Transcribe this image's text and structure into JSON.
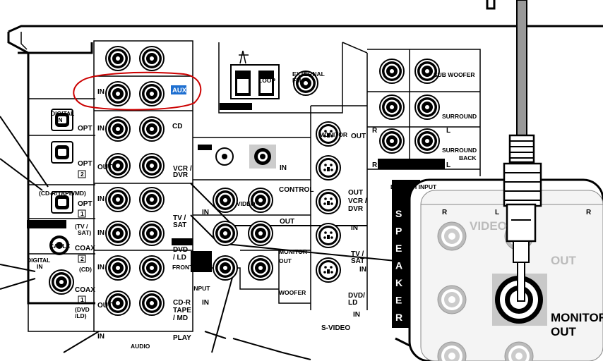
{
  "labels": {
    "aux": "AUX",
    "in": "IN",
    "out": "OUT",
    "cd": "CD",
    "opt": "OPT",
    "opt2_num": "2",
    "opt1_num": "1",
    "vcr_dvr_1": "VCR /",
    "vcr_dvr_2": "DVR",
    "digital_in_top_1": "DIGITAL",
    "digital_in_top_2": "IN",
    "cd_r_tape_md": "(CD-R/TAPE/MD)",
    "tv_sat_paren_1": "(TV /",
    "tv_sat_paren_2": "SAT)",
    "cable": "CABLE",
    "coax": "COAX",
    "coax2_num": "2",
    "coax1_num": "1",
    "cd_paren": "(CD)",
    "dvd_ld_paren_1": "(DVD",
    "dvd_ld_paren_2": "/LD)",
    "digital_in_bottom_1": "DIGITAL",
    "digital_in_bottom_2": "IN",
    "tv_sat_1": "TV /",
    "tv_sat_2": "SAT",
    "dvd_ld_1": "DVD",
    "dvd_ld_2": "/ LD",
    "front": "FRONT",
    "cd_r_1": "CD-R",
    "cd_r_2": "TAPE",
    "cd_r_3": "/ MD",
    "play": "PLAY",
    "audio": "AUDIO",
    "am_loop_1": "AM",
    "am_loop_2": "LOOP",
    "fm_external_1": "EXTERNAL",
    "fm_external_2": "FM",
    "control": "CONTROL",
    "video": "VIDEO",
    "monitor_out_1": "MONITOR",
    "monitor_out_2": "OUT",
    "input": "INPUT",
    "sub_woofer": "SUB WOOFER",
    "woofer": "WOOFER",
    "surround": "SURROUND",
    "surround_back_1": "SURROUND",
    "surround_back_2": "BACK",
    "r": "R",
    "l": "L",
    "svideo": "S-VIDEO",
    "sv_monitor": "MONITOR",
    "sv_out": "OUT",
    "sv_vcr_out": "OUT",
    "sv_vcr_1": "VCR /",
    "sv_vcr_2": "DVR",
    "sv_in": "IN",
    "sv_tv_1": "TV /",
    "sv_tv_2": "SAT",
    "sv_dvd_1": "DVD/",
    "sv_dvd_2": "LD",
    "sv_in2": "IN",
    "dvd_6ch": "DVD 6CH INPUT",
    "speaker_letters": [
      "S",
      "P",
      "E",
      "A",
      "K",
      "E",
      "R"
    ],
    "zoom_video": "VIDEO",
    "zoom_out": "OUT",
    "zoom_r": "R",
    "zoom_l": "L",
    "zoom_r2": "R",
    "zoom_monitor_1": "MONITOR",
    "zoom_monitor_2": "OUT"
  },
  "colors": {
    "highlight_ring": "#cc0000",
    "aux_badge": "#1e6fd0",
    "panel_grey": "#cfcfcf",
    "line": "#000000"
  },
  "icons": {
    "jack": "rca-jack-icon",
    "optical": "optical-port-icon",
    "svideo": "s-video-port-icon",
    "cable": "rca-cable-plug-icon"
  }
}
